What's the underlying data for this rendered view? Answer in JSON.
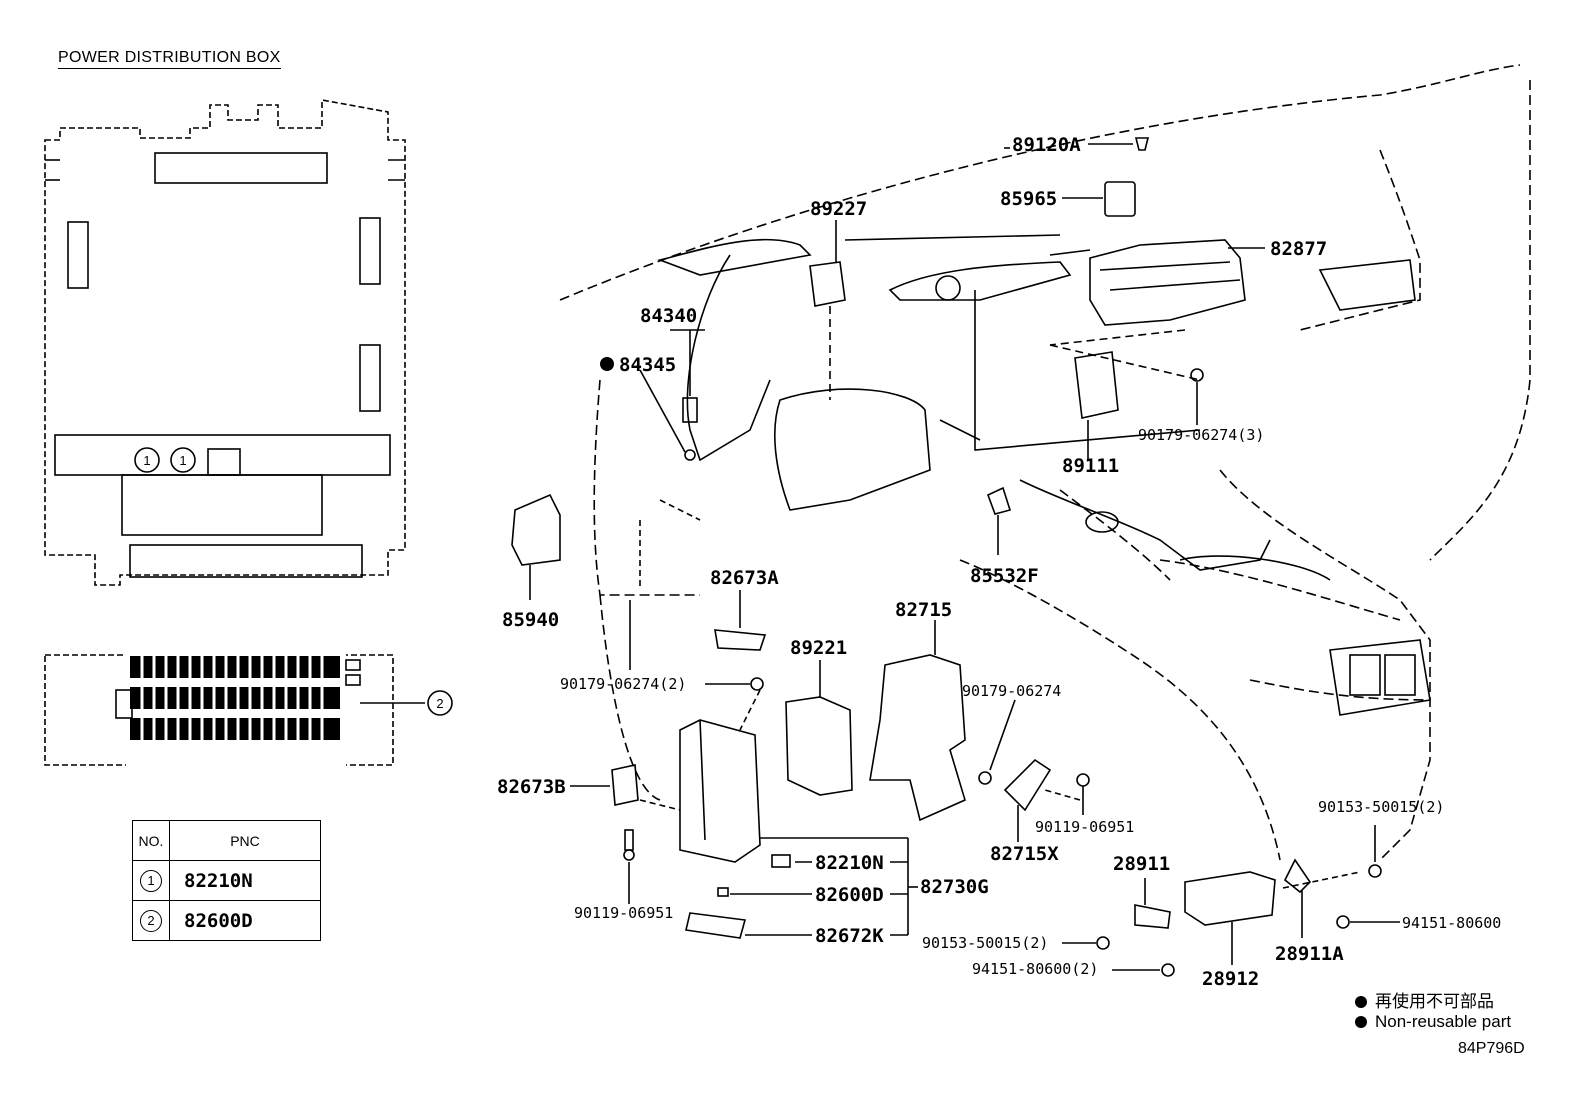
{
  "title": "POWER DISTRIBUTION BOX",
  "pnc_table": {
    "header_no": "NO.",
    "header_pnc": "PNC",
    "rows": [
      {
        "no": "1",
        "pnc": "82210N"
      },
      {
        "no": "2",
        "pnc": "82600D"
      }
    ]
  },
  "box_callouts": {
    "one": "1",
    "two": "2"
  },
  "labels": {
    "p89120A": "89120A",
    "p85965": "85965",
    "p89227": "89227",
    "p82877": "82877",
    "p84340": "84340",
    "p84345": "84345",
    "p90179_06274_3": "90179-06274(3)",
    "p89111": "89111",
    "p85532F": "85532F",
    "p85940": "85940",
    "p82673A": "82673A",
    "p82715": "82715",
    "p89221": "89221",
    "p90179_06274_2": "90179-06274(2)",
    "p90179_06274": "90179-06274",
    "p82673B": "82673B",
    "p90119_06951_a": "90119-06951",
    "p82715X": "82715X",
    "p90153_50015_2a": "90153-50015(2)",
    "p82210N": "82210N",
    "p82600D": "82600D",
    "p82730G": "82730G",
    "p28911": "28911",
    "p90119_06951_b": "90119-06951",
    "p82672K": "82672K",
    "p90153_50015_2b": "90153-50015(2)",
    "p94151_80600_2": "94151-80600(2)",
    "p94151_80600": "94151-80600",
    "p28912": "28912",
    "p28911A": "28911A"
  },
  "legend": {
    "jp": "再使用不可部品",
    "en": "Non-reusable part"
  },
  "reference": "84P796D"
}
